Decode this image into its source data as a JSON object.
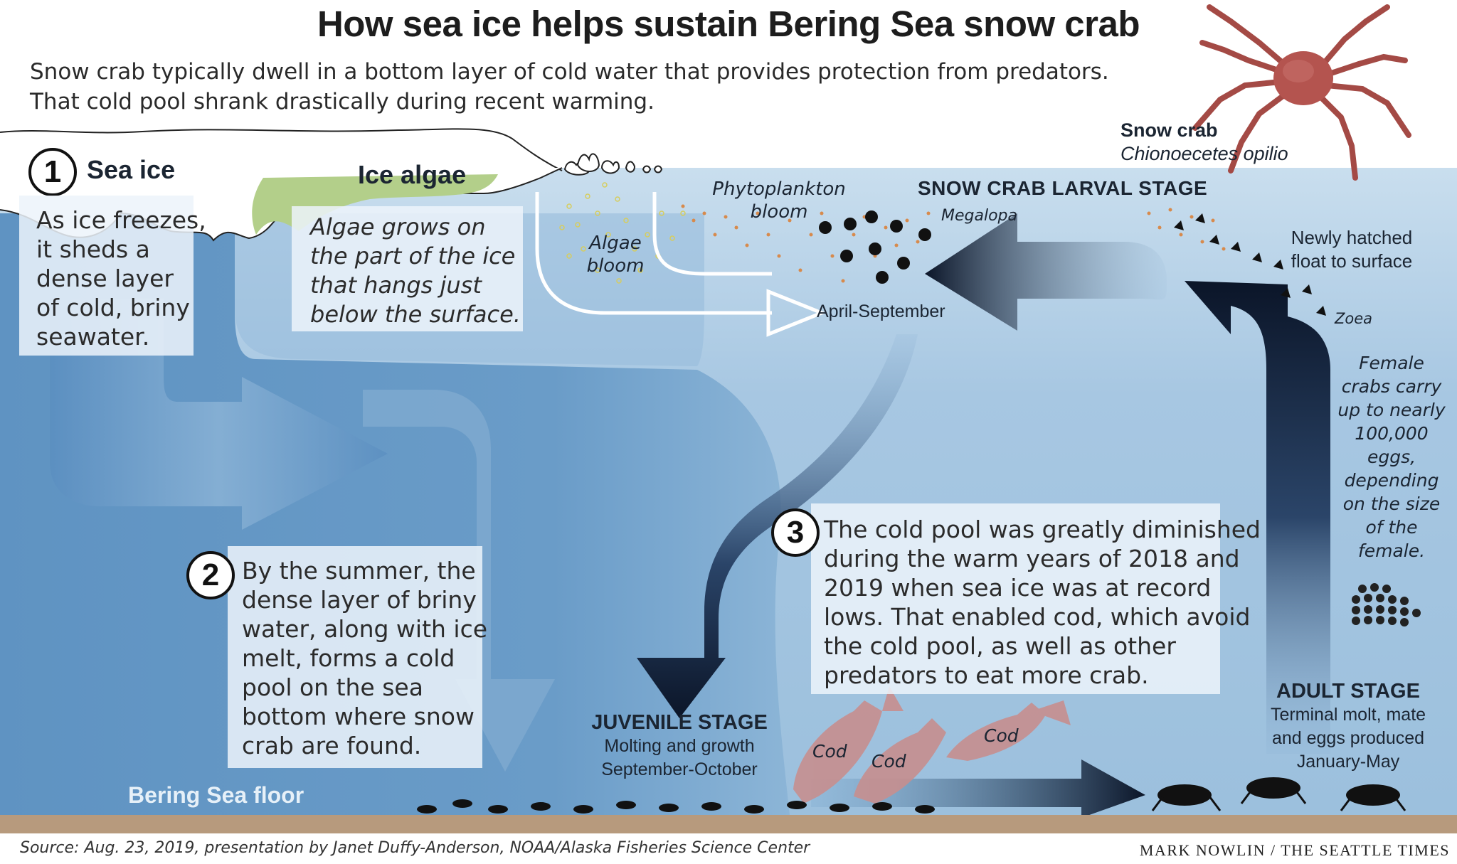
{
  "title": "How sea ice helps sustain Bering Sea snow crab",
  "subtitle_line1": "Snow crab typically dwell in a bottom layer of cold water that provides protection from predators.",
  "subtitle_line2": "That cold pool shrank drastically during recent warming.",
  "snow_crab": {
    "label": "Snow crab",
    "latin": "Chionoecetes opilio"
  },
  "step1": {
    "number": "1",
    "heading": "Sea ice",
    "lines": [
      "As ice freezes,",
      "it sheds a",
      "dense layer",
      "of cold, briny",
      "seawater."
    ]
  },
  "ice_algae": {
    "heading": "Ice algae",
    "lines": [
      "Algae grows on",
      "the part of the ice",
      "that hangs just",
      "below the surface."
    ]
  },
  "algae_bloom": [
    "Algae",
    "bloom"
  ],
  "phytoplankton_bloom": [
    "Phytoplankton",
    "bloom"
  ],
  "larval": {
    "heading": "SNOW CRAB LARVAL STAGE",
    "megalopa": "Megalopa",
    "period": "April-September"
  },
  "newly_hatched": [
    "Newly hatched",
    "float to surface"
  ],
  "zoea": "Zoea",
  "female": [
    "Female",
    "crabs carry",
    "up to nearly",
    "100,000",
    "eggs,",
    "depending",
    "on the size",
    "of the",
    "female."
  ],
  "step2": {
    "number": "2",
    "lines": [
      "By the summer, the",
      "dense layer of briny",
      "water, along with ice",
      "melt, forms a cold",
      "pool on the sea",
      "bottom where snow",
      "crab are found."
    ]
  },
  "step3": {
    "number": "3",
    "lines": [
      "The cold pool was greatly diminished",
      "during the warm years of 2018 and",
      "2019 when sea ice was at record",
      "lows. That enabled cod, which avoid",
      "the cold pool, as well as other",
      "predators to eat more crab."
    ]
  },
  "juvenile": {
    "heading": "JUVENILE STAGE",
    "line1": "Molting and growth",
    "line2": "September-October"
  },
  "adult": {
    "heading": "ADULT STAGE",
    "line1": "Terminal molt, mate",
    "line2": "and eggs produced",
    "line3": "January-May"
  },
  "cod_labels": [
    "Cod",
    "Cod",
    "Cod"
  ],
  "sea_floor": "Bering Sea floor",
  "source": "Source: Aug. 23, 2019, presentation by Janet Duffy-Anderson, NOAA/Alaska Fisheries Science Center",
  "credit": "MARK NOWLIN / THE SEATTLE TIMES",
  "colors": {
    "surface_water": "#c5dcec",
    "mid_water": "#8db8d9",
    "deep_water": "#6d9fc9",
    "cold_pool": "#5a8fbf",
    "algae": "#b3cf8a",
    "sea_floor": "#b79a7d",
    "arrow_dark": "#0c1a30",
    "cod": "#c78f8f"
  }
}
